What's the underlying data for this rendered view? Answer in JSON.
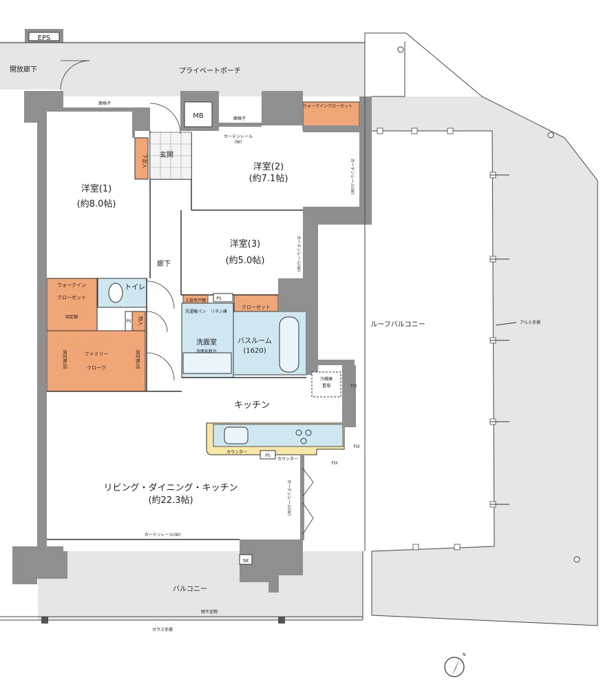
{
  "rooms": {
    "eps": "EPS",
    "open_corridor": "開放廊下",
    "private_porch": "プライベートポーチ",
    "mb": "MB",
    "grille1": "面格子",
    "grille2": "面格子",
    "wic_top": "ウォークインクローゼット",
    "curtain_rail_top": "カーテンレール",
    "curtain_w_top": "(W)",
    "shoe_storage": "下足入",
    "entrance": "玄関",
    "room2_name": "洋室(2)",
    "room2_size": "(約7.1帖)",
    "curtain_rail_r2": "カーテンレール(W)",
    "room1_name": "洋室(1)",
    "room1_size": "(約8.0帖)",
    "room3_name": "洋室(3)",
    "room3_size": "(約5.0帖)",
    "curtain_rail_r3": "カーテンレール(W)",
    "hallway": "廊下",
    "wic_left_1": "ウォークイン",
    "wic_left_2": "クローゼット",
    "toilet": "トイレ",
    "fixed_shelf": "固定棚",
    "ps1": "PS",
    "ps_vertical": "PS",
    "storage": "物入",
    "family_1": "ファミリー",
    "family_2": "クローク",
    "shelf_2tier_l": "固定棚2段",
    "shelf_2tier_r": "固定棚2段",
    "upper_cabinet": "上部吊戸棚",
    "washer_pan": "洗濯機パン",
    "linen": "リネン庫",
    "closet": "クローゼット",
    "washroom": "洗面室",
    "vanity": "洗面化粧台",
    "bath_name": "バスルーム",
    "bath_size": "(1620)",
    "roof_balcony": "ルーフバルコニー",
    "alu_rail": "アルミ手摺",
    "fridge_1": "冷蔵庫",
    "fridge_2": "置場",
    "fix1": "FIX",
    "fix2": "FIX",
    "fix3": "FIX",
    "kitchen": "キッチン",
    "counter1": "カウンター",
    "ps2": "PS",
    "counter2": "カウンター",
    "ldk_name": "リビング・ダイニング・キッチン",
    "ldk_size": "(約22.3帖)",
    "curtain_rail_ldk": "カーテンレール(W)",
    "curtain_rail_ldk_r": "カーテンレール(W)",
    "sk": "SK",
    "balcony": "バルコニー",
    "drying_hardware": "物干金物",
    "glass_rail": "ガラス手摺",
    "north_mark": "N"
  },
  "colors": {
    "wall": "#8f8f8f",
    "wall_dark": "#7a7a7a",
    "exterior": "#e6e7e4",
    "storage": "#f0a676",
    "wet": "#cfe7f1",
    "counter": "#f7e6a6",
    "line": "#333333"
  }
}
